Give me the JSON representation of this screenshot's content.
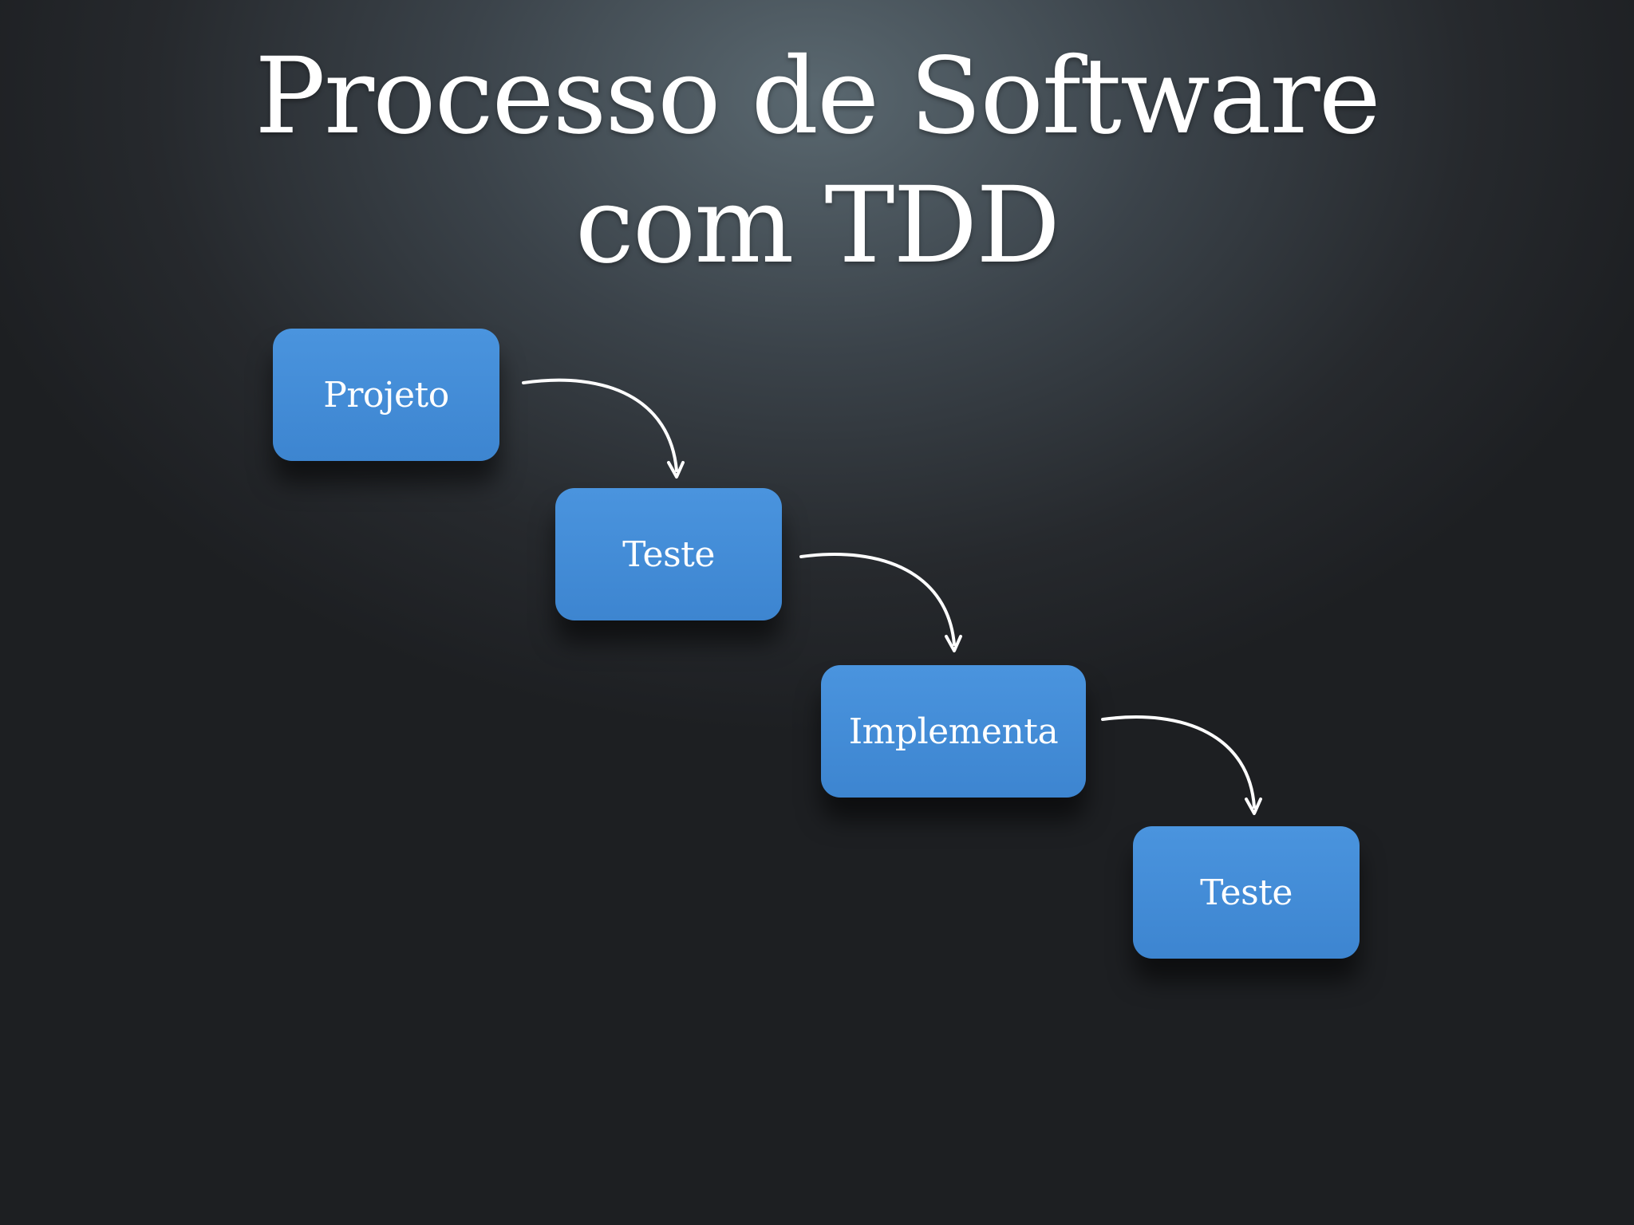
{
  "slide": {
    "title_line1": "Processo de Software",
    "title_line2": "com TDD"
  },
  "flow": {
    "steps": [
      "Projeto",
      "Teste",
      "Implementa",
      "Teste"
    ]
  },
  "colors": {
    "box_fill": "#4189d4",
    "text": "#ffffff",
    "arrow": "#ffffff",
    "background": "#2a2d31"
  }
}
